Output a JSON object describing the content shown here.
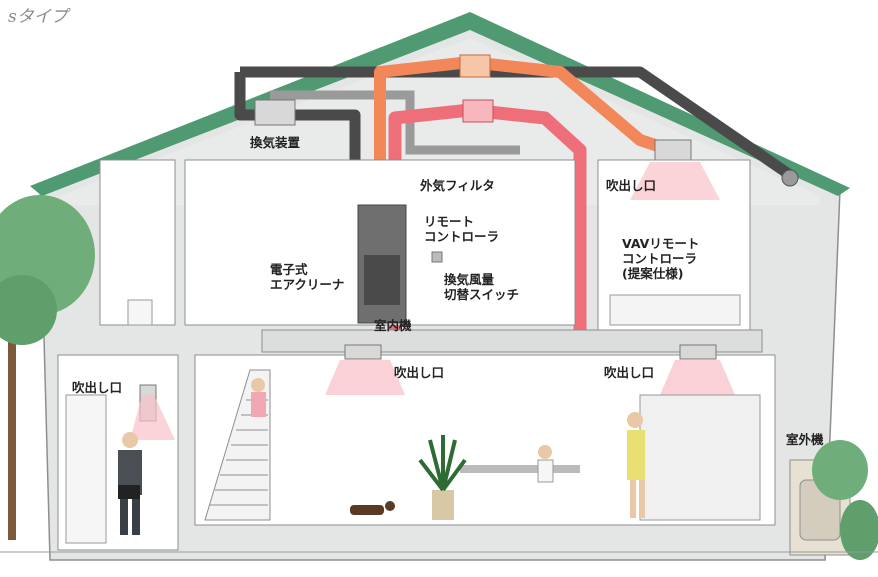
{
  "diagram": {
    "title": "sタイプ",
    "labels": {
      "ventilation_unit": "換気装置",
      "outdoor_filter": "外気フィルタ",
      "remote_controller": "リモート\nコントローラ",
      "airflow_switch": "換気風量\n切替スイッチ",
      "electronic_air_cleaner": "電子式\nエアクリーナ",
      "indoor_unit": "室内機",
      "outlet_upper_right": "吹出し口",
      "vav_remote": "VAVリモート\nコントローラ\n(提案仕様)",
      "outlet_left": "吹出し口",
      "outlet_center": "吹出し口",
      "outlet_right": "吹出し口",
      "outdoor_unit": "室外機"
    },
    "colors": {
      "roof": "#4f9a72",
      "wall": "#e4e6e5",
      "wall_outline": "#8d8f8e",
      "supply_duct": "#f2875a",
      "return_duct": "#ee6f7a",
      "exhaust_duct": "#4a4a4a",
      "gray_duct": "#9a9a9a",
      "interior": "#ffffff"
    }
  }
}
